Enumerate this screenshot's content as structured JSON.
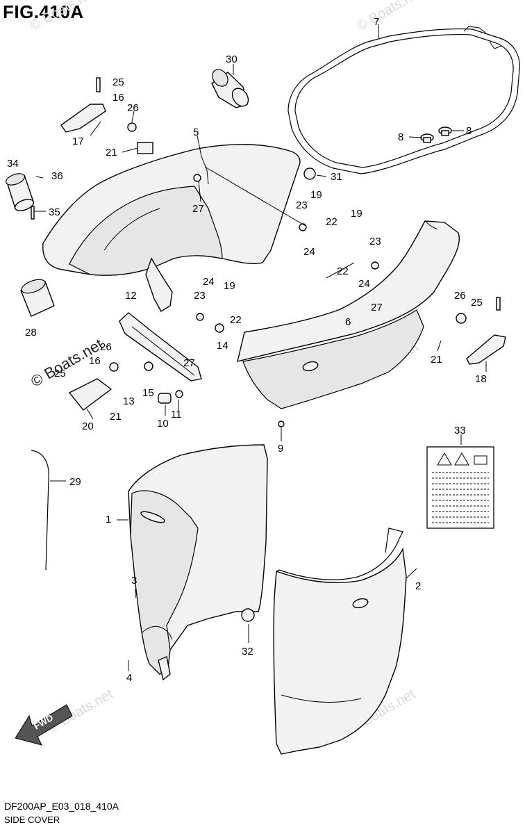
{
  "header": {
    "title": "FIG.410A"
  },
  "footer": {
    "code": "DF200AP_E03_018_410A",
    "name": "SIDE COVER"
  },
  "watermarks": {
    "text": "© Boats.net",
    "short": "Boats.net"
  },
  "label_33": {
    "rows": 10
  },
  "fwd": "FWD",
  "callouts": [
    "1",
    "2",
    "3",
    "4",
    "5",
    "6",
    "7",
    "8",
    "8",
    "9",
    "10",
    "11",
    "12",
    "13",
    "14",
    "15",
    "16",
    "16",
    "17",
    "18",
    "19",
    "19",
    "19",
    "20",
    "21",
    "21",
    "21",
    "22",
    "22",
    "22",
    "23",
    "23",
    "23",
    "24",
    "24",
    "24",
    "25",
    "25",
    "25",
    "26",
    "26",
    "26",
    "27",
    "27",
    "27",
    "28",
    "29",
    "30",
    "31",
    "32",
    "33",
    "34",
    "35",
    "36"
  ]
}
